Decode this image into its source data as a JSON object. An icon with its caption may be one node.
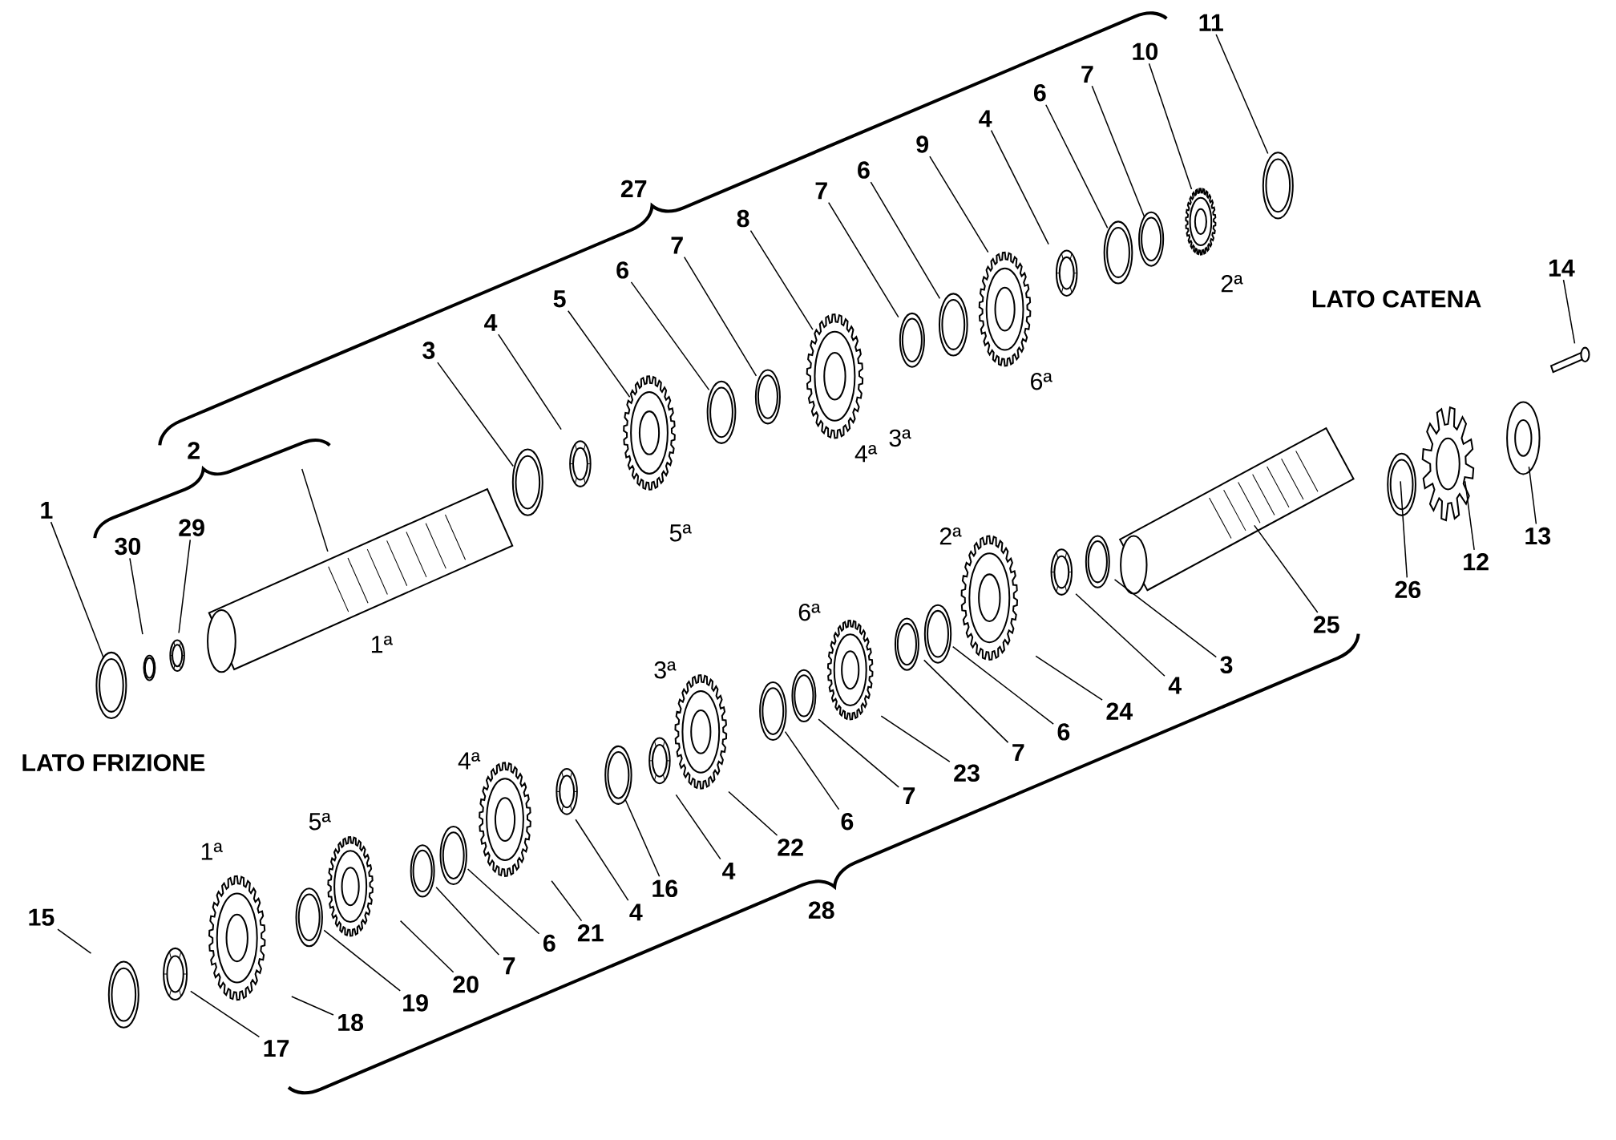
{
  "diagram": {
    "nodes": [
      {
        "text": [
          "1"
        ]
      },
      {
        "text": [
          "30"
        ]
      },
      {
        "text": [
          "29"
        ]
      },
      {
        "text": [
          "3"
        ]
      },
      {
        "text": [
          "4"
        ]
      },
      {
        "text": [
          "5"
        ]
      },
      {
        "text": [
          "6"
        ]
      },
      {
        "text": [
          "7"
        ]
      },
      {
        "text": [
          "8"
        ]
      },
      {
        "text": [
          "7"
        ]
      },
      {
        "text": [
          "6"
        ]
      },
      {
        "text": [
          "9"
        ]
      },
      {
        "text": [
          "4"
        ]
      },
      {
        "text": [
          "6"
        ]
      },
      {
        "text": [
          "7"
        ]
      },
      {
        "text": [
          "10"
        ]
      },
      {
        "text": [
          "11"
        ]
      },
      {
        "text": [
          "14"
        ]
      },
      {
        "text": [
          "13"
        ]
      },
      {
        "text": [
          "12"
        ]
      },
      {
        "text": [
          "26"
        ]
      },
      {
        "text": [
          "25"
        ]
      },
      {
        "text": [
          "3"
        ]
      },
      {
        "text": [
          "4"
        ]
      },
      {
        "text": [
          "24"
        ]
      },
      {
        "text": [
          "6"
        ]
      },
      {
        "text": [
          "7"
        ]
      },
      {
        "text": [
          "23"
        ]
      },
      {
        "text": [
          "7"
        ]
      },
      {
        "text": [
          "6"
        ]
      },
      {
        "text": [
          "22"
        ]
      },
      {
        "text": [
          "4"
        ]
      },
      {
        "text": [
          "16"
        ]
      },
      {
        "text": [
          "4"
        ]
      },
      {
        "text": [
          "21"
        ]
      },
      {
        "text": [
          "6"
        ]
      },
      {
        "text": [
          "7"
        ]
      },
      {
        "text": [
          "20"
        ]
      },
      {
        "text": [
          "19"
        ]
      },
      {
        "text": [
          "18"
        ]
      },
      {
        "text": [
          "17"
        ]
      },
      {
        "text": [
          "15"
        ]
      }
    ],
    "edges": [
      {
        "from": 0,
        "to": null,
        "arrow": "none"
      },
      {
        "from": 1,
        "to": null,
        "arrow": "none"
      },
      {
        "from": 2,
        "to": null,
        "arrow": "none"
      },
      {
        "from": 3,
        "to": null,
        "arrow": "none"
      },
      {
        "from": 4,
        "to": null,
        "arrow": "none"
      },
      {
        "from": 5,
        "to": null,
        "arrow": "none"
      },
      {
        "from": 6,
        "to": null,
        "arrow": "none"
      },
      {
        "from": 7,
        "to": null,
        "arrow": "none"
      },
      {
        "from": 8,
        "to": null,
        "arrow": "none"
      },
      {
        "from": 9,
        "to": null,
        "arrow": "none"
      },
      {
        "from": 10,
        "to": null,
        "arrow": "none"
      },
      {
        "from": 11,
        "to": null,
        "arrow": "none"
      },
      {
        "from": 12,
        "to": null,
        "arrow": "none"
      },
      {
        "from": 13,
        "to": null,
        "arrow": "none"
      },
      {
        "from": 14,
        "to": null,
        "arrow": "none"
      },
      {
        "from": 15,
        "to": null,
        "arrow": "none"
      },
      {
        "from": 16,
        "to": null,
        "arrow": "none"
      },
      {
        "from": 17,
        "to": null,
        "arrow": "none"
      },
      {
        "from": 18,
        "to": null,
        "arrow": "none"
      },
      {
        "from": 19,
        "to": null,
        "arrow": "none"
      },
      {
        "from": 20,
        "to": null,
        "arrow": "none"
      },
      {
        "from": 21,
        "to": null,
        "arrow": "none"
      },
      {
        "from": 22,
        "to": null,
        "arrow": "none"
      },
      {
        "from": 23,
        "to": null,
        "arrow": "none"
      },
      {
        "from": 24,
        "to": null,
        "arrow": "none"
      },
      {
        "from": 25,
        "to": null,
        "arrow": "none"
      },
      {
        "from": 26,
        "to": null,
        "arrow": "none"
      },
      {
        "from": 27,
        "to": null,
        "arrow": "none"
      },
      {
        "from": 28,
        "to": null,
        "arrow": "none"
      },
      {
        "from": 29,
        "to": null,
        "arrow": "none"
      },
      {
        "from": 30,
        "to": null,
        "arrow": "none"
      },
      {
        "from": 31,
        "to": null,
        "arrow": "none"
      },
      {
        "from": 32,
        "to": null,
        "arrow": "none"
      },
      {
        "from": 33,
        "to": null,
        "arrow": "none"
      },
      {
        "from": 34,
        "to": null,
        "arrow": "none"
      },
      {
        "from": 35,
        "to": null,
        "arrow": "none"
      },
      {
        "from": 36,
        "to": null,
        "arrow": "none"
      },
      {
        "from": 37,
        "to": null,
        "arrow": "none"
      },
      {
        "from": 38,
        "to": null,
        "arrow": "none"
      },
      {
        "from": 39,
        "to": null,
        "arrow": "none"
      },
      {
        "from": 40,
        "to": null,
        "arrow": "none"
      },
      {
        "from": 41,
        "to": null,
        "arrow": "none"
      }
    ],
    "labels": [
      "27",
      "2ª",
      "LATO CATENA",
      "6ª",
      "4ª",
      "3ª",
      "2",
      "5ª",
      "1ª",
      "2ª",
      "6ª",
      "3ª",
      "LATO FRIZIONE",
      "4ª",
      "5ª",
      "1ª",
      "28"
    ]
  }
}
